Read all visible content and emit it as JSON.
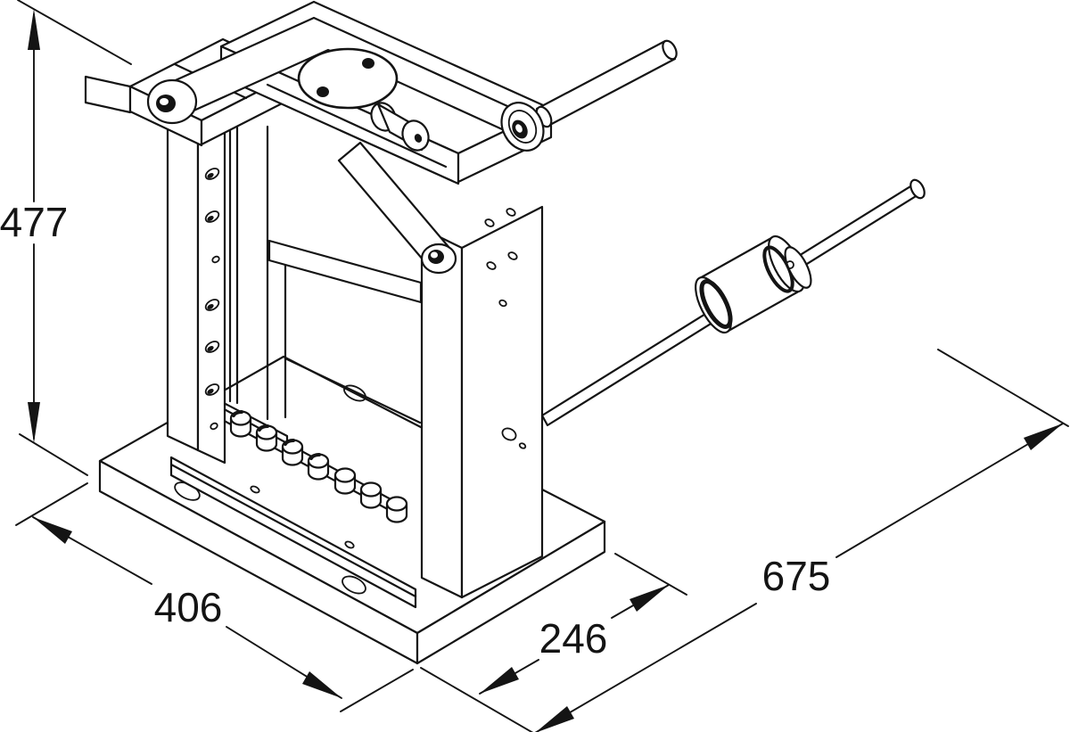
{
  "drawing": {
    "kind": "isometric technical line drawing",
    "subject": "manual press / roller bending machine",
    "line_color": "#141414",
    "background_color": "#ffffff",
    "dimensions": {
      "height": {
        "value": "477"
      },
      "base_width": {
        "value": "406"
      },
      "base_depth": {
        "value": "246"
      },
      "overall_length": {
        "value": "675"
      }
    }
  }
}
